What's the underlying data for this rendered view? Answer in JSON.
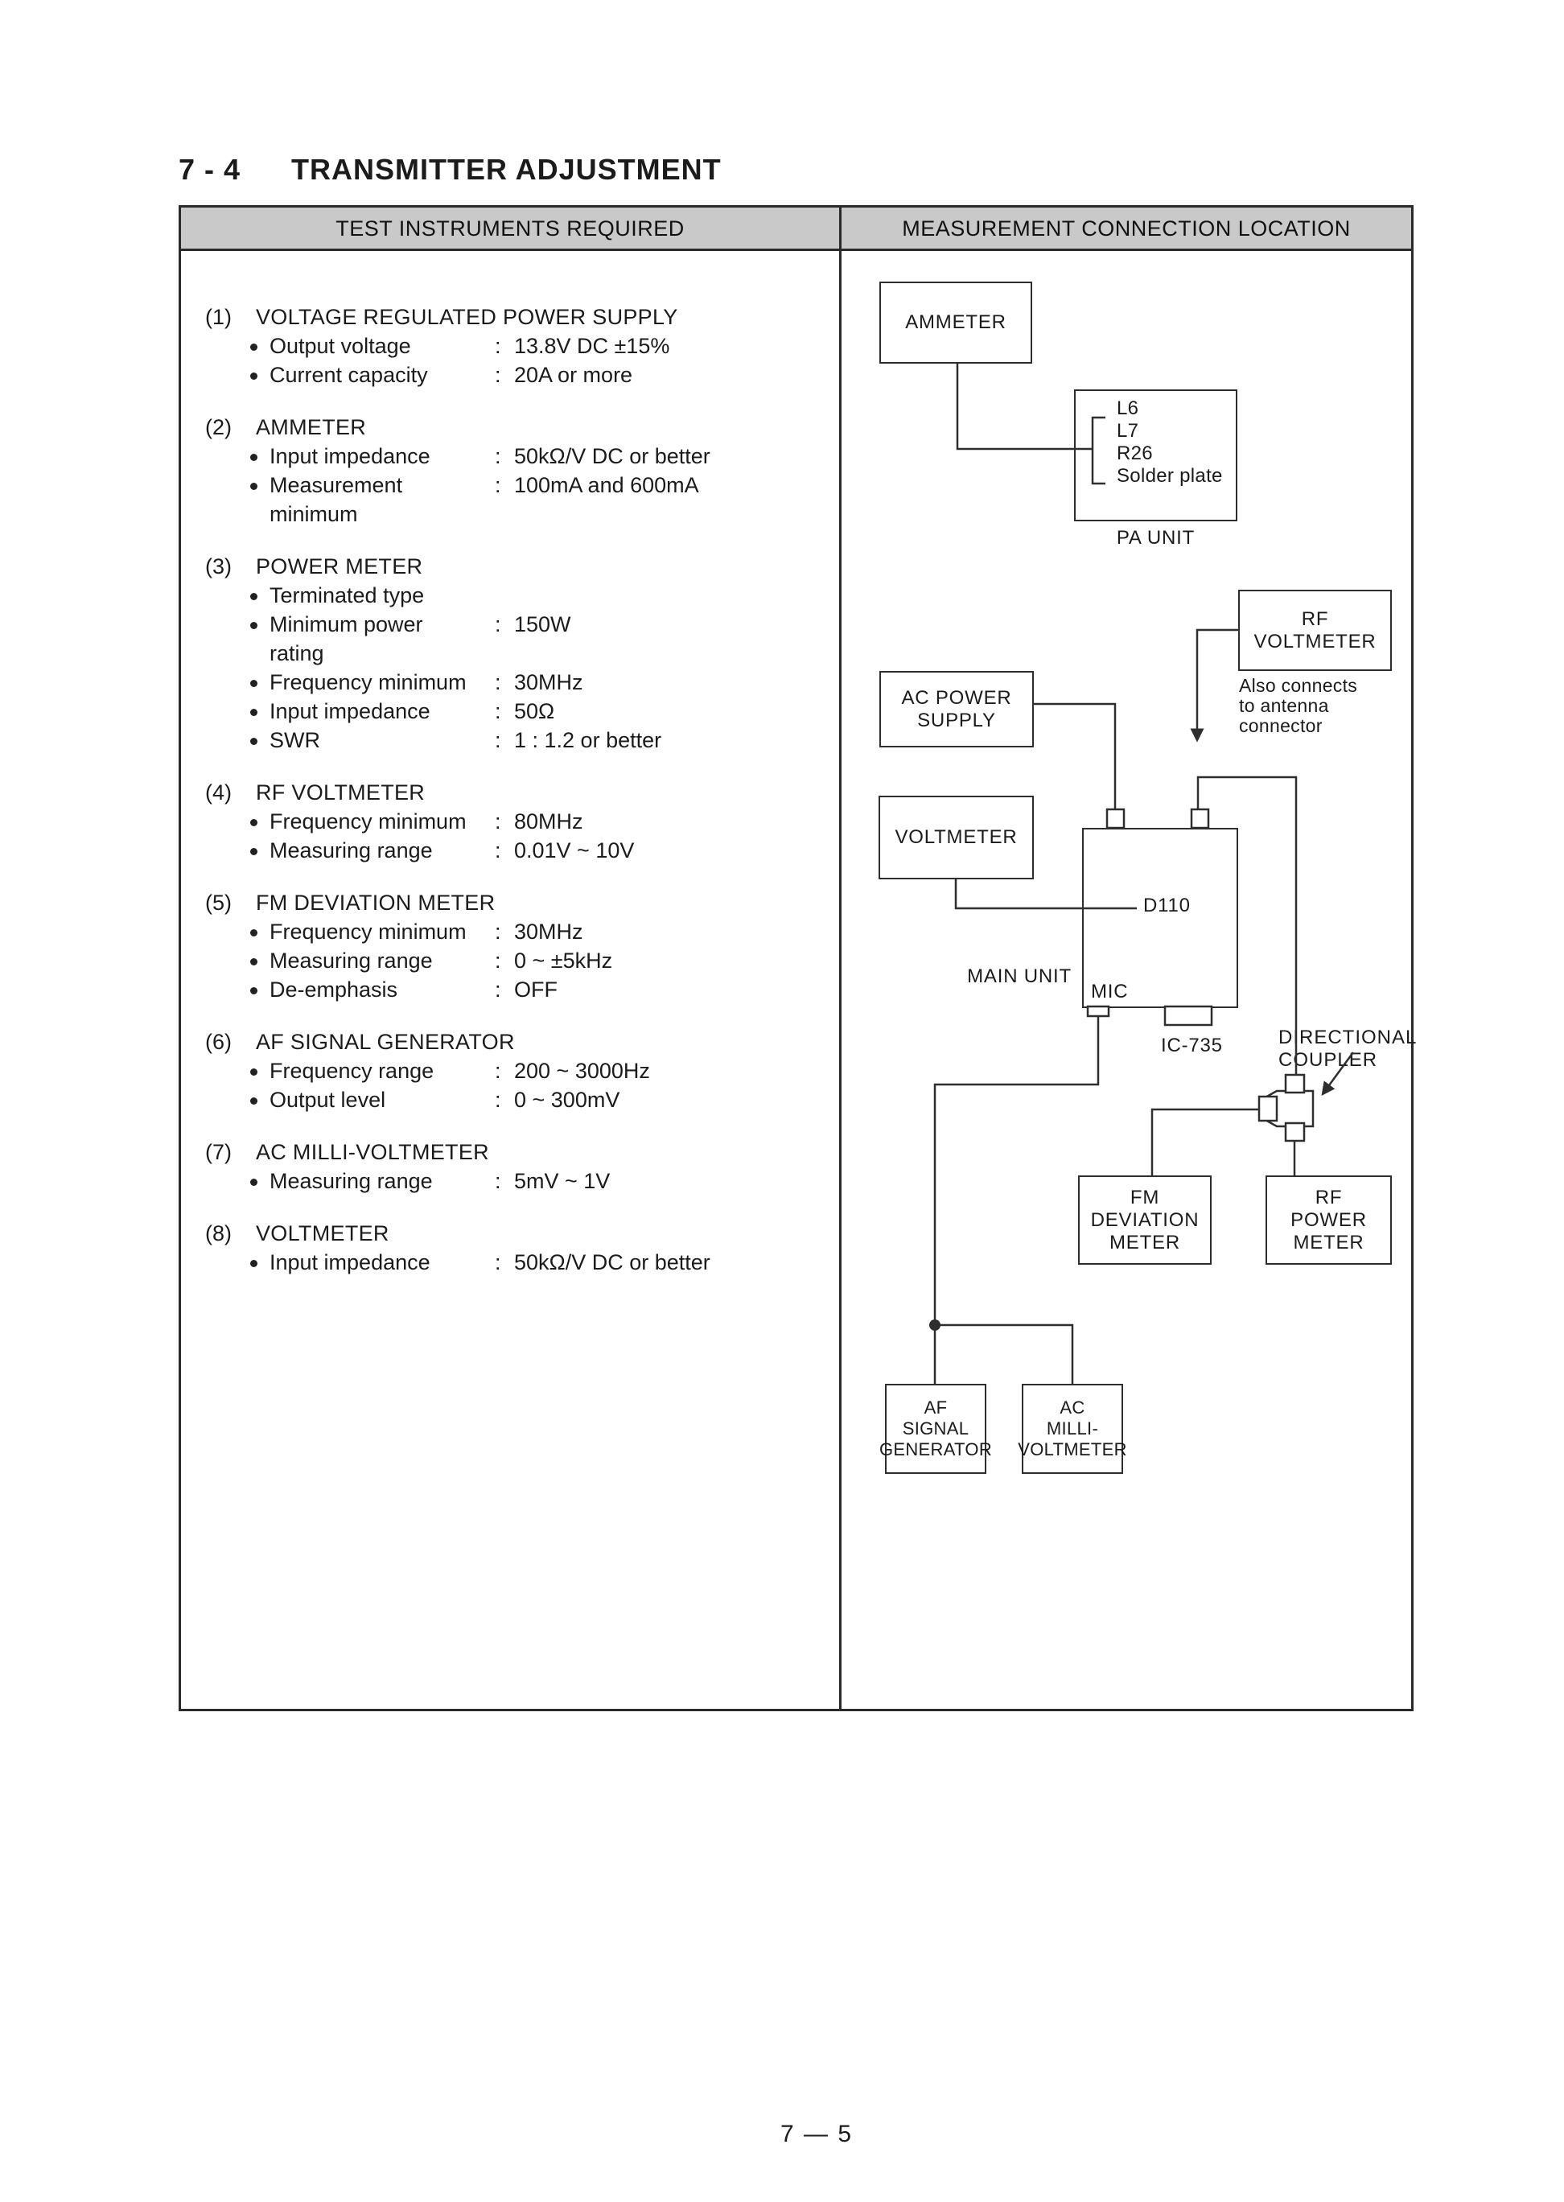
{
  "page": {
    "section_number": "7 - 4",
    "title": "TRANSMITTER ADJUSTMENT",
    "page_number": "7 — 5"
  },
  "table": {
    "left_header": "TEST INSTRUMENTS REQUIRED",
    "right_header": "MEASUREMENT CONNECTION LOCATION"
  },
  "instruments": [
    {
      "num": "(1)",
      "name": "VOLTAGE REGULATED POWER SUPPLY",
      "specs": [
        {
          "bullet": true,
          "label": "Output voltage",
          "value": "13.8V DC ±15%"
        },
        {
          "bullet": true,
          "label": "Current capacity",
          "value": "20A or more"
        }
      ]
    },
    {
      "num": "(2)",
      "name": "AMMETER",
      "specs": [
        {
          "bullet": true,
          "label": "Input impedance",
          "value": "50kΩ/V DC or better"
        },
        {
          "bullet": true,
          "label": "Measurement",
          "value": "100mA and 600mA"
        },
        {
          "bullet": false,
          "label": "minimum",
          "value": ""
        }
      ]
    },
    {
      "num": "(3)",
      "name": "POWER METER",
      "specs": [
        {
          "bullet": true,
          "label": "Terminated type",
          "value": ""
        },
        {
          "bullet": true,
          "label": "Minimum power",
          "value": "150W"
        },
        {
          "bullet": false,
          "label": "rating",
          "value": ""
        },
        {
          "bullet": true,
          "label": "Frequency minimum",
          "value": "30MHz"
        },
        {
          "bullet": true,
          "label": "Input impedance",
          "value": "50Ω"
        },
        {
          "bullet": true,
          "label": "SWR",
          "value": "1 : 1.2 or better"
        }
      ]
    },
    {
      "num": "(4)",
      "name": "RF VOLTMETER",
      "specs": [
        {
          "bullet": true,
          "label": "Frequency minimum",
          "value": "80MHz"
        },
        {
          "bullet": true,
          "label": "Measuring range",
          "value": "0.01V ~ 10V"
        }
      ]
    },
    {
      "num": "(5)",
      "name": "FM DEVIATION METER",
      "specs": [
        {
          "bullet": true,
          "label": "Frequency minimum",
          "value": "30MHz"
        },
        {
          "bullet": true,
          "label": "Measuring range",
          "value": "0 ~ ±5kHz"
        },
        {
          "bullet": true,
          "label": "De-emphasis",
          "value": "OFF"
        }
      ]
    },
    {
      "num": "(6)",
      "name": "AF SIGNAL GENERATOR",
      "specs": [
        {
          "bullet": true,
          "label": "Frequency range",
          "value": "200 ~ 3000Hz"
        },
        {
          "bullet": true,
          "label": "Output level",
          "value": "0 ~ 300mV"
        }
      ]
    },
    {
      "num": "(7)",
      "name": "AC MILLI-VOLTMETER",
      "specs": [
        {
          "bullet": true,
          "label": "Measuring range",
          "value": "5mV ~ 1V"
        }
      ]
    },
    {
      "num": "(8)",
      "name": "VOLTMETER",
      "specs": [
        {
          "bullet": true,
          "label": "Input impedance",
          "value": "50kΩ/V DC or better"
        }
      ]
    }
  ],
  "diagram": {
    "ammeter": {
      "label": "AMMETER"
    },
    "pa_unit": {
      "items": {
        "0": "L6",
        "1": "L7",
        "2": "R26",
        "3": "Solder plate"
      },
      "label": "PA UNIT"
    },
    "rf_voltmeter": {
      "line1": "RF",
      "line2": "VOLTMETER"
    },
    "note": {
      "line1": "Also connects",
      "line2": "to antenna",
      "line3": "connector"
    },
    "ac_power": {
      "line1": "AC POWER",
      "line2": "SUPPLY"
    },
    "voltmeter": {
      "label": "VOLTMETER"
    },
    "main_unit": {
      "label": "MAIN UNIT",
      "mic": "MIC",
      "d110": "D110",
      "ic735": "IC-735"
    },
    "coupler": {
      "line1": "DIRECTIONAL",
      "line2": "COUPLER"
    },
    "fm_deviation": {
      "line1": "FM",
      "line2": "DEVIATION",
      "line3": "METER"
    },
    "rf_power": {
      "line1": "RF",
      "line2": "POWER",
      "line3": "METER"
    },
    "af_signal": {
      "line1": "AF",
      "line2": "SIGNAL",
      "line3": "GENERATOR"
    },
    "ac_milli": {
      "line1": "AC",
      "line2": "MILLI-",
      "line3": "VOLTMETER"
    }
  }
}
